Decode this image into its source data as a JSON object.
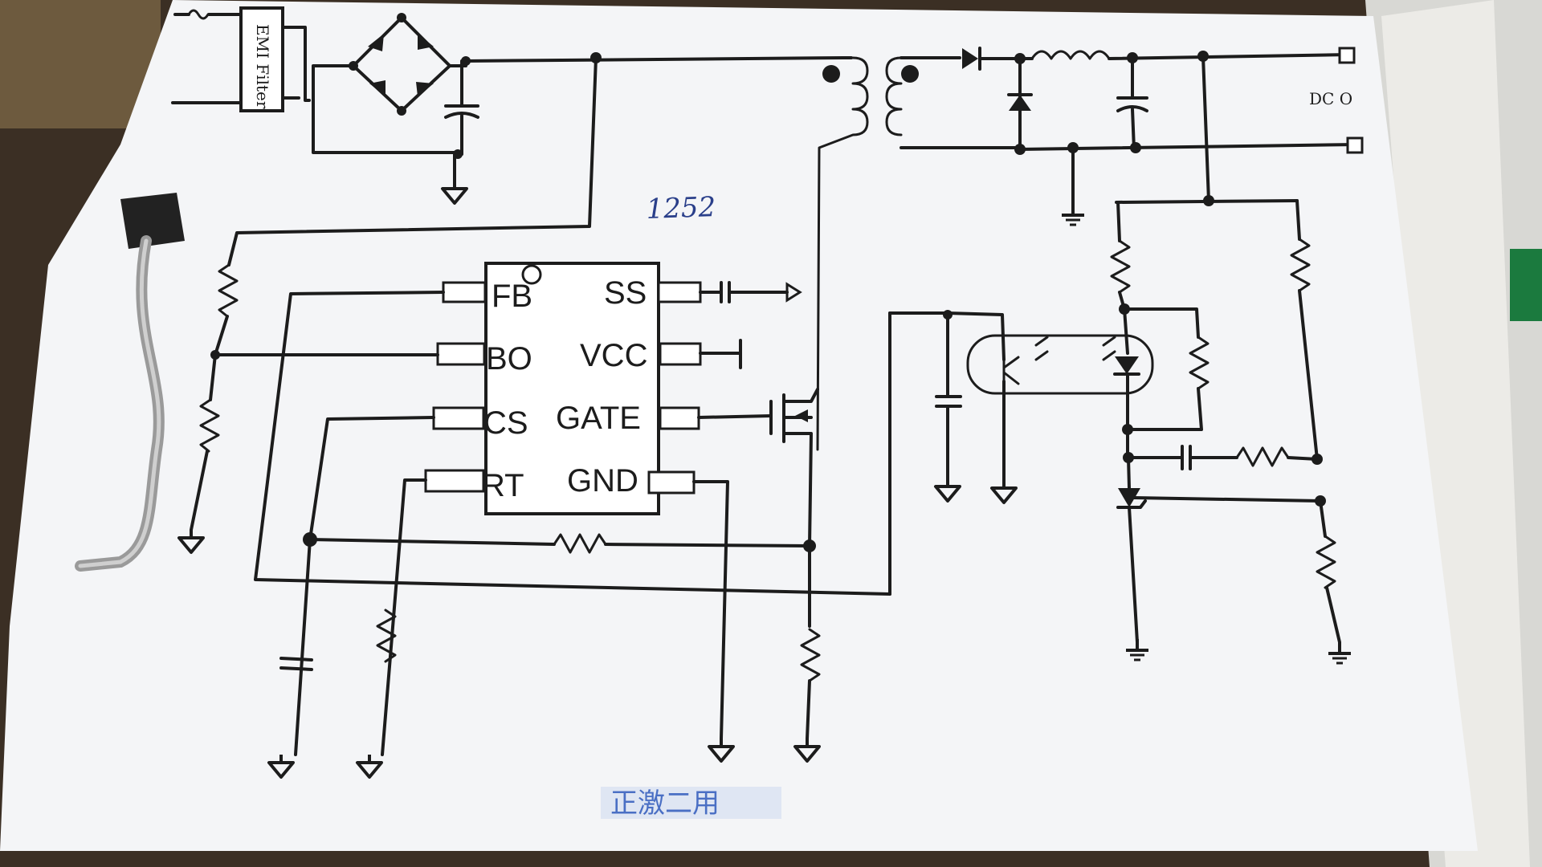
{
  "diagram": {
    "block_label": "EMI Filter",
    "ic_pins_left": [
      "FB",
      "BO",
      "CS",
      "RT"
    ],
    "ic_pins_right": [
      "SS",
      "VCC",
      "GATE",
      "GND"
    ],
    "output_label": "DC O",
    "handwritten_note": "1252",
    "bottom_stamp": "正激二用"
  },
  "colors": {
    "paper": "#f4f5f7",
    "ink": "#1c1c1c",
    "pen": "#2a3f8a",
    "stamp": "#4a6fc4"
  }
}
